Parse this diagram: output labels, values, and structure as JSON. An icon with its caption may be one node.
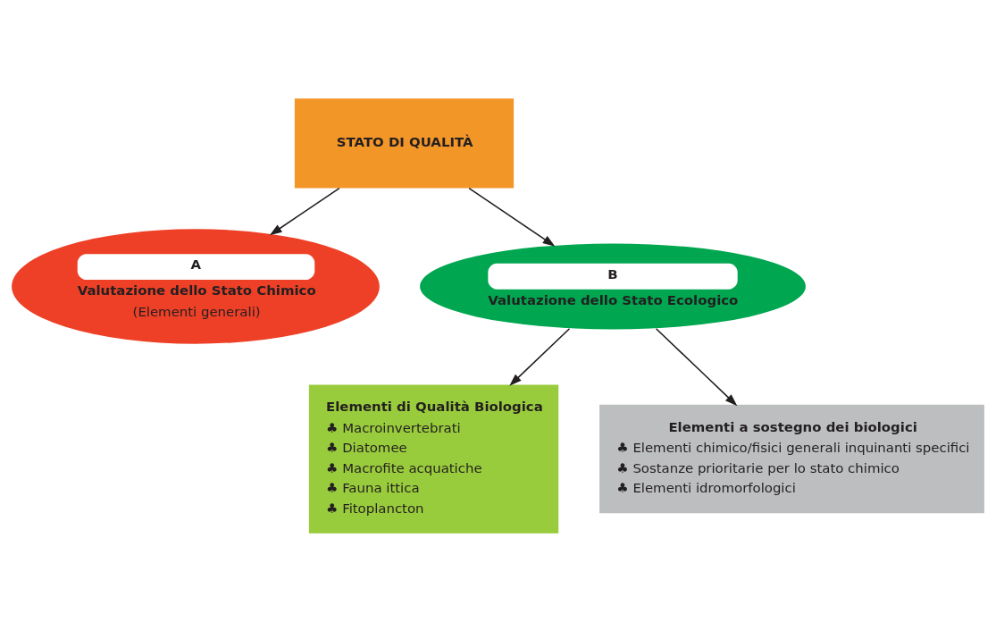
{
  "diagram": {
    "nodes": [
      {
        "text": [
          "STATO DI QUALITÀ"
        ]
      },
      {
        "text": [
          "A",
          "Valutazione dello Stato Chimico",
          "(Elementi generali)"
        ]
      },
      {
        "text": [
          "B",
          "Valutazione dello Stato Ecologico"
        ]
      },
      {
        "text": [
          "Elementi di Qualità Biologica",
          "♣ Macroinvertebrati",
          "♣ Diatomee",
          "♣ Macrofite acquatiche",
          "♣ Fauna ittica",
          "♣ Fitoplancton"
        ]
      },
      {
        "text": [
          "Elementi a sostegno dei biologici",
          "♣ Elementi chimico/fisici generali inquinanti specifici",
          "♣ Sostanze prioritarie per lo stato chimico",
          "♣ Elementi idromorfologici"
        ]
      }
    ],
    "edges": [
      {
        "from": 0,
        "to": 1,
        "arrow": "to"
      },
      {
        "from": 0,
        "to": 2,
        "arrow": "to"
      },
      {
        "from": 2,
        "to": 3,
        "arrow": "to"
      },
      {
        "from": 2,
        "to": 4,
        "arrow": "to"
      }
    ]
  }
}
